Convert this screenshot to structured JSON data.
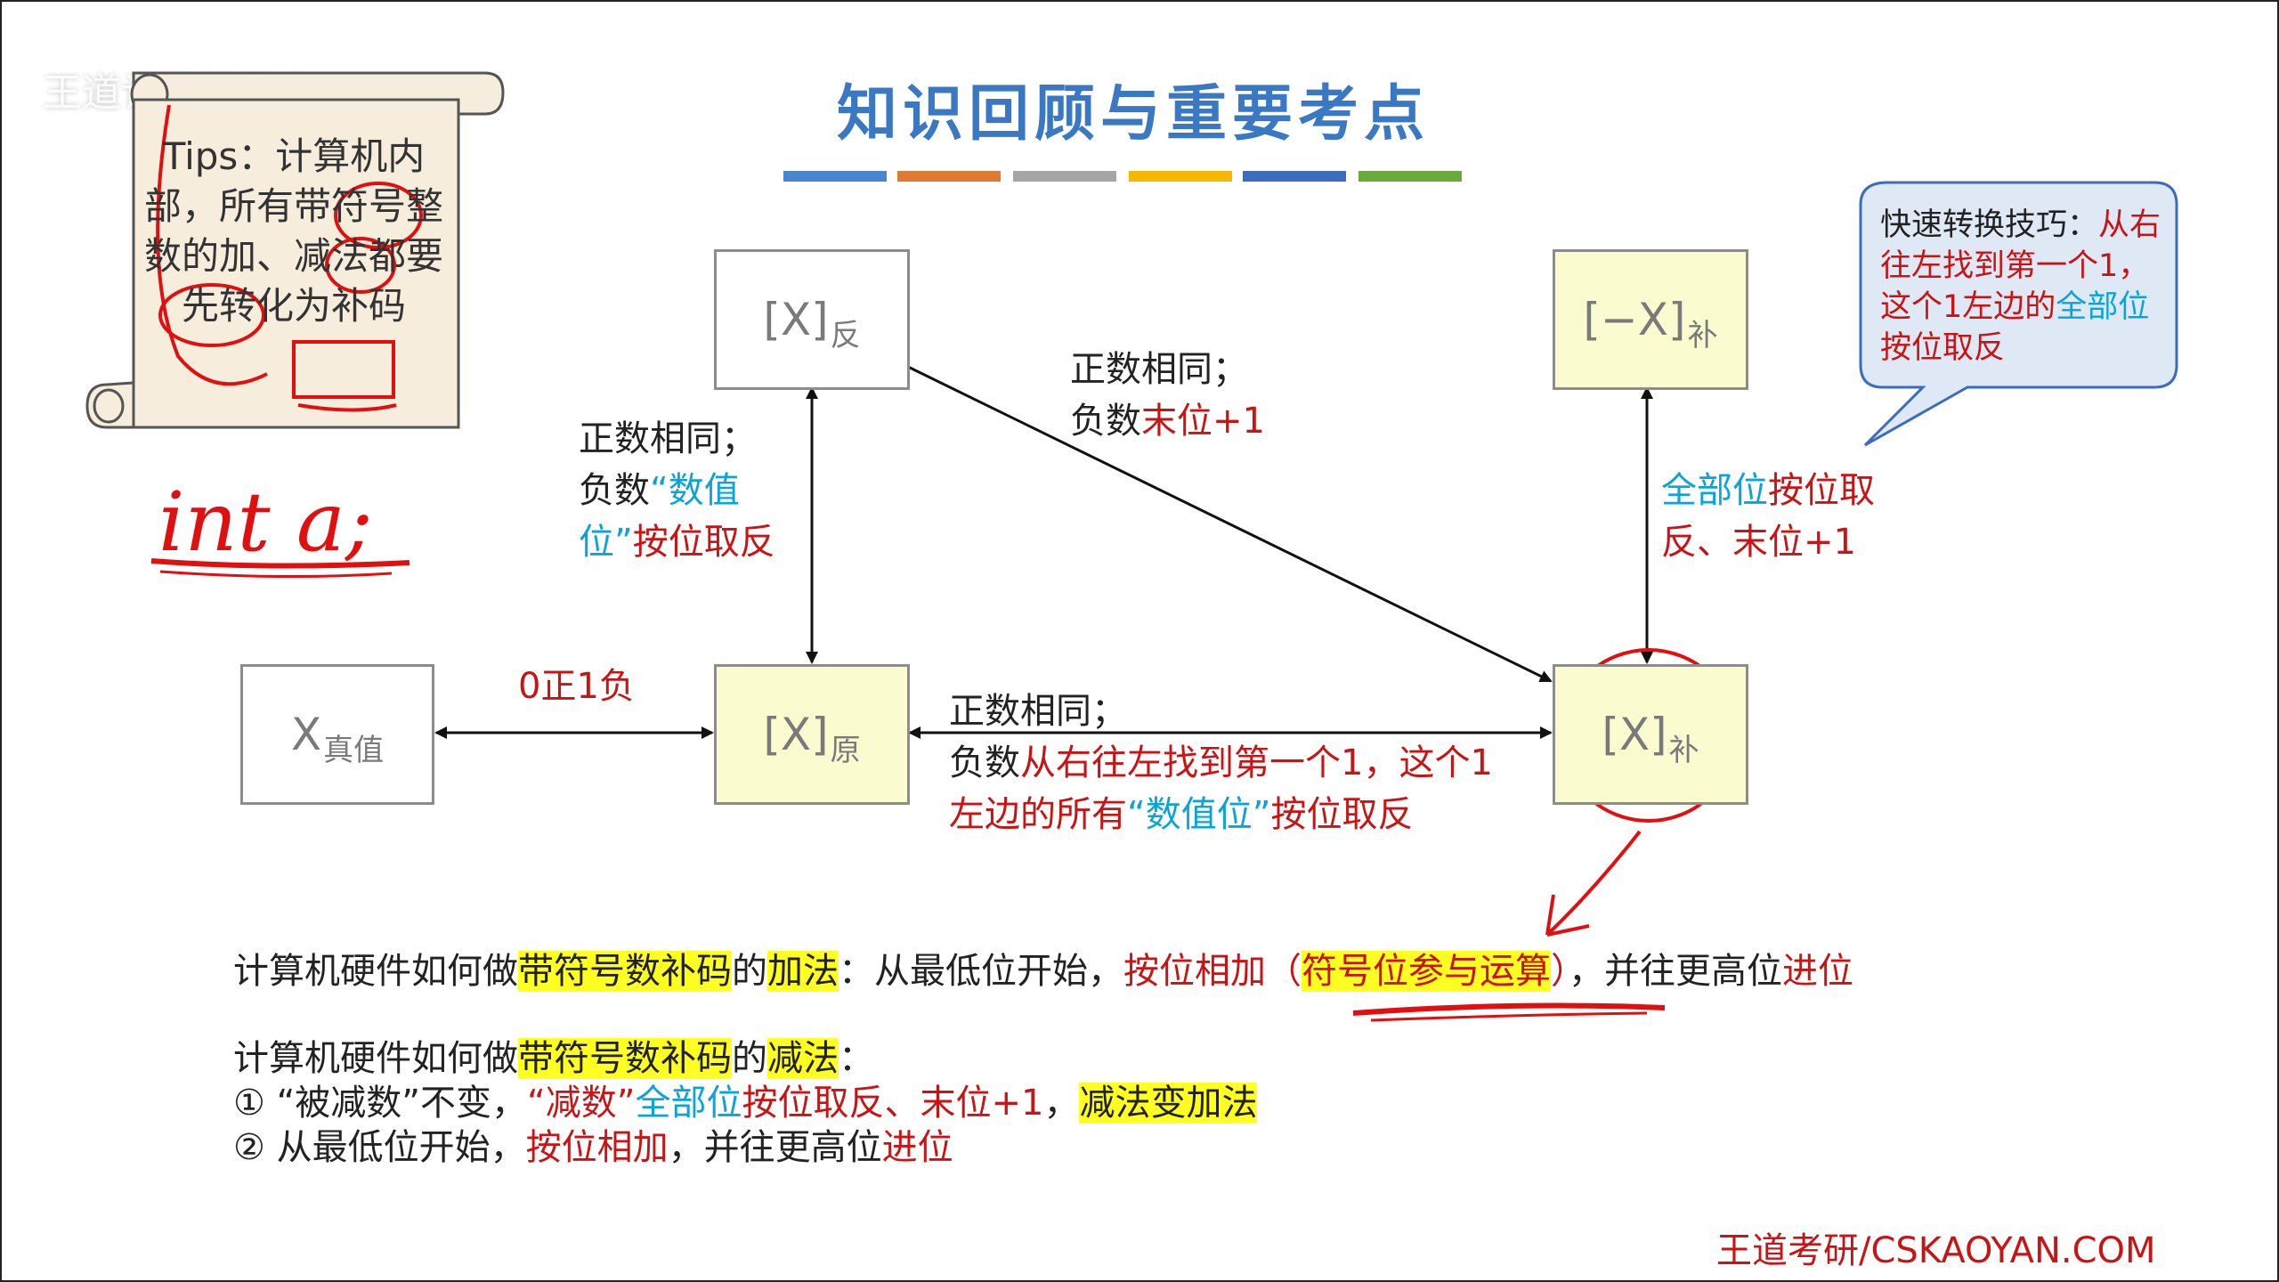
{
  "title": "知识回顾与重要考点",
  "watermark": "王道计算机教育 bilibili",
  "footer": "王道考研/CSKAOYAN.COM",
  "colors": {
    "bar1": "#4a86cf",
    "bar2": "#e07a30",
    "bar3": "#a5a5a5",
    "bar4": "#f5b800",
    "bar5": "#3a6cc0",
    "bar6": "#6aaa3a",
    "accent_red": "#c81414",
    "accent_cyan": "#0aa4d8",
    "highlight": "#ffff22"
  },
  "tips": "Tips：计算机内部，所有带符号整数的加、减法都要先转化为补码",
  "handwriting": "int a;",
  "bubble": {
    "part1": "快速转换技巧：",
    "part2": "从右往左找到第一个1，这个1左边的",
    "part3": "全部位",
    "part4": "按位取反"
  },
  "boxes": {
    "true_main": "X",
    "true_sub": "真值",
    "yuan_main": "[X]",
    "yuan_sub": "原",
    "fan_main": "[X]",
    "fan_sub": "反",
    "bu_main": "[X]",
    "bu_sub": "补",
    "negbu_main": "[−X]",
    "negbu_sub": "补"
  },
  "labels": {
    "zero_one": "0正1负",
    "fan_l1": "正数相同；",
    "fan_l2a": "负数",
    "fan_l2b": "“数值",
    "fan_l3a": "位”",
    "fan_l3b": "按位取反",
    "diag_l1": "正数相同；",
    "diag_l2a": "负数",
    "diag_l2b": "末位+1",
    "neg_l1a": "全部位",
    "neg_l1b": "按位取",
    "neg_l2": "反、末位+1",
    "yb_l1": "正数相同；",
    "yb_l2a": "负数",
    "yb_l2b": "从右往左找到第一个1，这个1",
    "yb_l3a": "左边的所有",
    "yb_l3b": "“数值位”",
    "yb_l3c": "按位取反"
  },
  "add_line": {
    "a": "计算机硬件如何做",
    "b": "带符号数补码",
    "c": "的",
    "d": "加法",
    "e": "：从最低位开始，",
    "f": "按位相加（",
    "g": "符号位参与运算",
    "h": "）",
    "i": "，并往更高位",
    "j": "进位"
  },
  "sub_line": {
    "a": "计算机硬件如何做",
    "b": "带符号数补码",
    "c": "的",
    "d": "减法",
    "e": "："
  },
  "step1": {
    "a": "① “被减数”不变，",
    "b": "“减数”",
    "c": "全部位",
    "d": "按位取反、末位+1",
    "e": "，",
    "f": "减法变加法"
  },
  "step2": {
    "a": "② 从最低位开始，",
    "b": "按位相加",
    "c": "，并往更高位",
    "d": "进位"
  }
}
